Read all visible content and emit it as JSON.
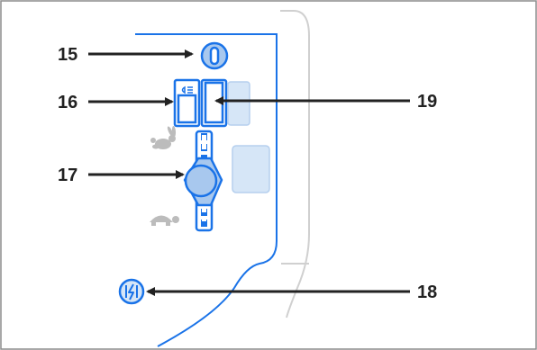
{
  "callouts": [
    {
      "id": "15",
      "label": "15"
    },
    {
      "id": "16",
      "label": "16"
    },
    {
      "id": "17",
      "label": "17"
    },
    {
      "id": "18",
      "label": "18"
    },
    {
      "id": "19",
      "label": "19"
    }
  ],
  "colors": {
    "panel_blue": "#1a73e8",
    "light_blue_fill": "#a8c8ee",
    "pale_blue_button": "#d6e6f7",
    "gray_outline": "#d0d0d0",
    "icon_gray": "#bcbcbc",
    "arrow": "#222222",
    "frame_border": "#8c8c8c"
  },
  "icons": {
    "top_button": "oval-slot-icon",
    "left_switch": "headlight-icon",
    "fast": "rabbit-icon",
    "slow": "turtle-icon",
    "bottom_button": "lightning-swap-icon"
  }
}
